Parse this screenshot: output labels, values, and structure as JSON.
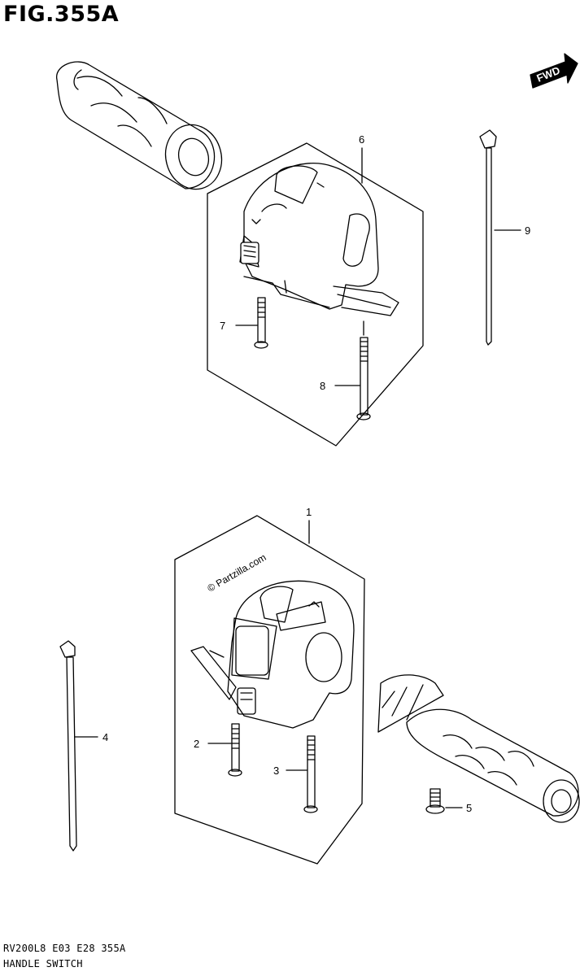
{
  "figure": {
    "title": "FIG.355A"
  },
  "fwd_label": "FWD",
  "watermark": "© Partzilla.com",
  "callouts": [
    "1",
    "2",
    "3",
    "4",
    "5",
    "6",
    "7",
    "8",
    "9"
  ],
  "footer": {
    "code": "RV200L8 E03 E28 355A",
    "name": "HANDLE SWITCH"
  },
  "icons": [
    "fwd-arrow-icon"
  ]
}
